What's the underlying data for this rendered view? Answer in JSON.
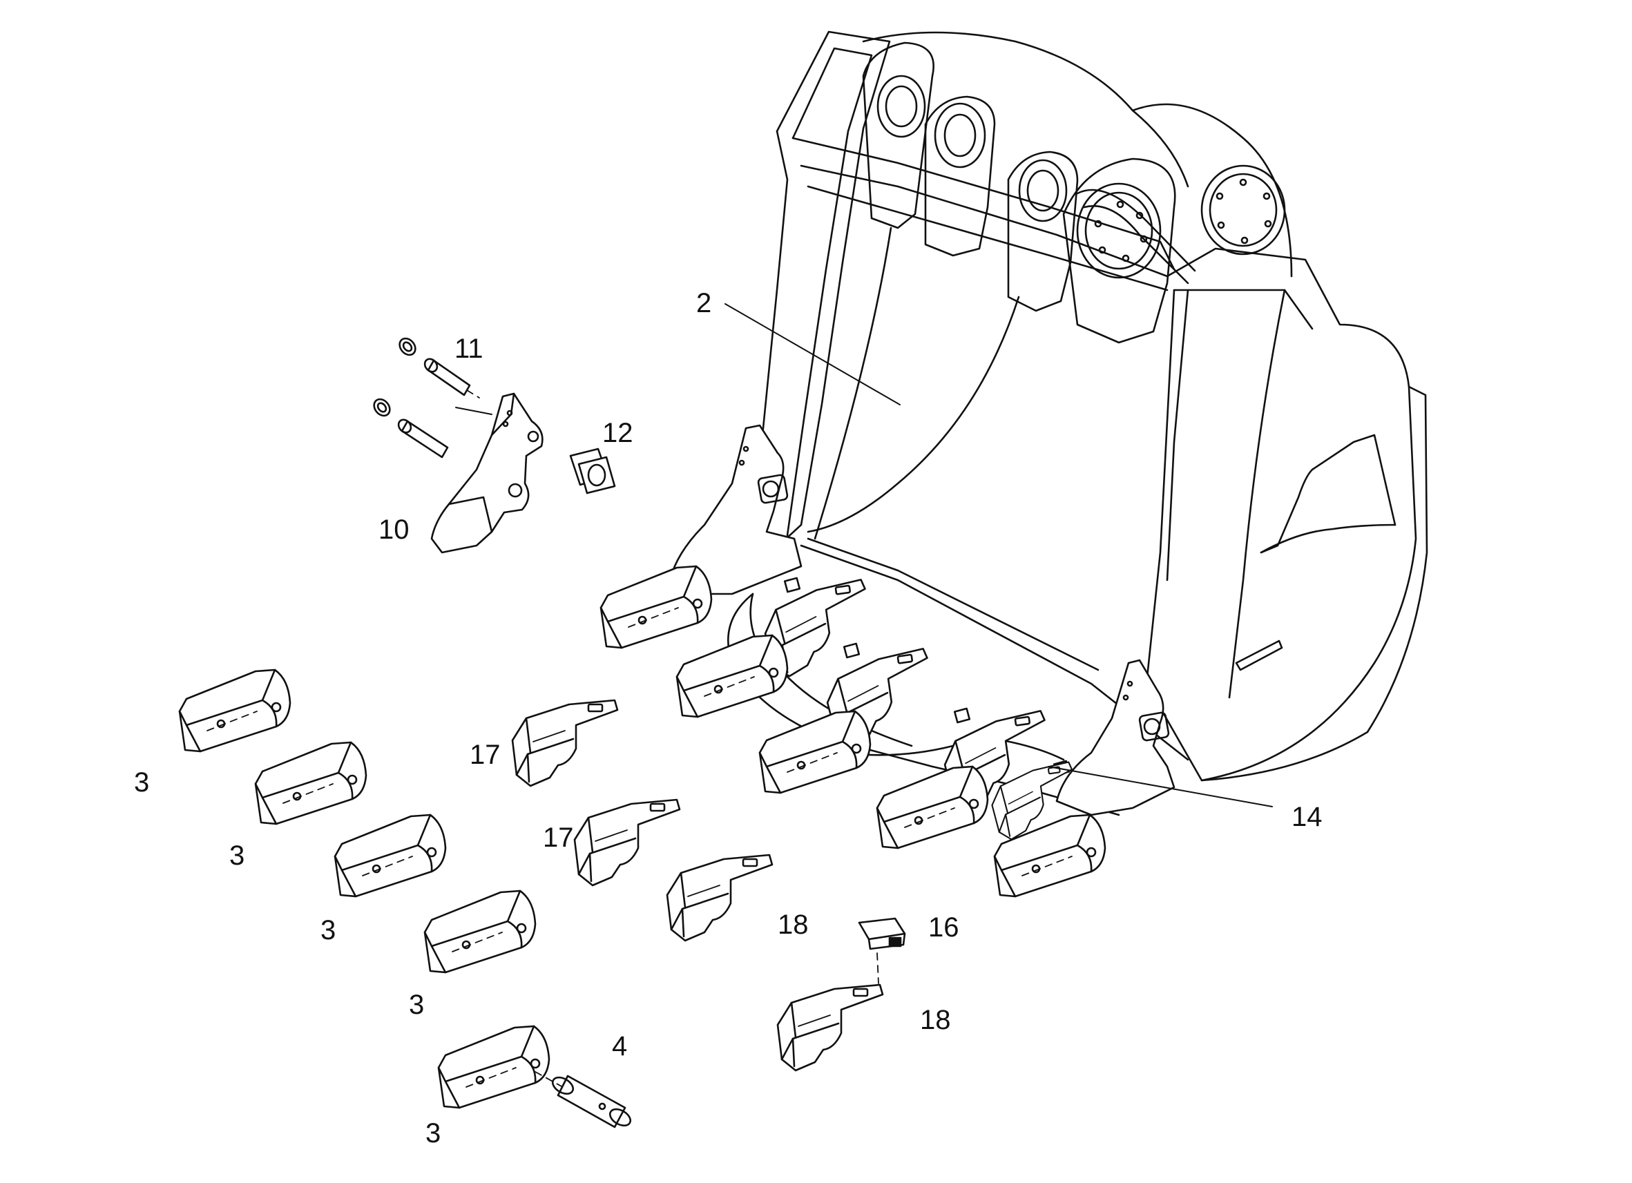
{
  "callouts": {
    "c2": "2",
    "c3a": "3",
    "c3b": "3",
    "c3c": "3",
    "c3d": "3",
    "c3e": "3",
    "c4": "4",
    "c10": "10",
    "c11": "11",
    "c12": "12",
    "c14": "14",
    "c16": "16",
    "c17a": "17",
    "c17b": "17",
    "c18a": "18",
    "c18b": "18"
  }
}
